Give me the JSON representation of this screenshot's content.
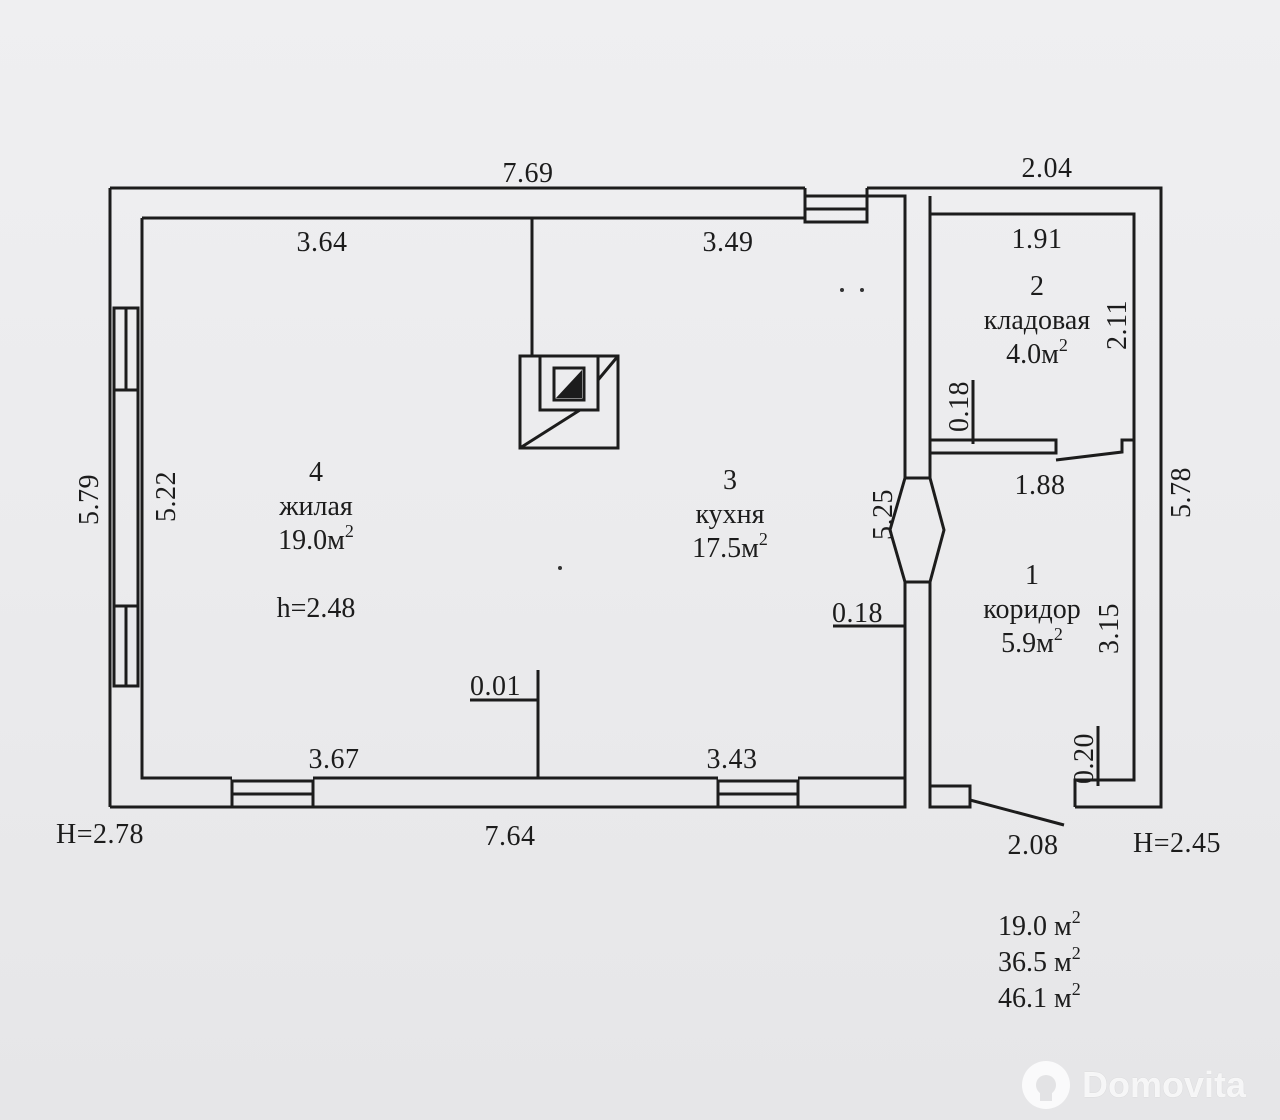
{
  "dimensions": {
    "top_left_outer": "7.69",
    "top_right_outer": "2.04",
    "top_left_inner": "3.64",
    "top_mid_inner": "3.49",
    "storage_top": "1.91",
    "storage_height": "2.11",
    "partition_thickness_storage": "0.18",
    "corridor_top": "1.88",
    "right_outer": "5.78",
    "left_outer": "5.79",
    "left_inner": "5.22",
    "kitchen_wall": "5.25",
    "partition_thickness_corridor": "0.18",
    "corridor_height": "3.15",
    "wall_offset": "0.01",
    "door_depth": "0.20",
    "bottom_left_inner": "3.67",
    "bottom_mid_inner": "3.43",
    "bottom_outer": "7.64",
    "corridor_bottom": "2.08",
    "height_left": "H=2.78",
    "height_right": "H=2.45"
  },
  "rooms": [
    {
      "number": "4",
      "name": "жилая",
      "area": "19.0м",
      "ceiling": "h=2.48"
    },
    {
      "number": "3",
      "name": "кухня",
      "area": "17.5м"
    },
    {
      "number": "2",
      "name": "кладовая",
      "area": "4.0м"
    },
    {
      "number": "1",
      "name": "коридор",
      "area": "5.9м"
    }
  ],
  "totals": [
    "19.0 м",
    "36.5 м",
    "46.1 м"
  ],
  "watermark": {
    "text": "Domovita",
    "icon": "domovita-logo-icon"
  },
  "colors": {
    "ink": "#1c1c1c",
    "paper": "#ececee"
  }
}
